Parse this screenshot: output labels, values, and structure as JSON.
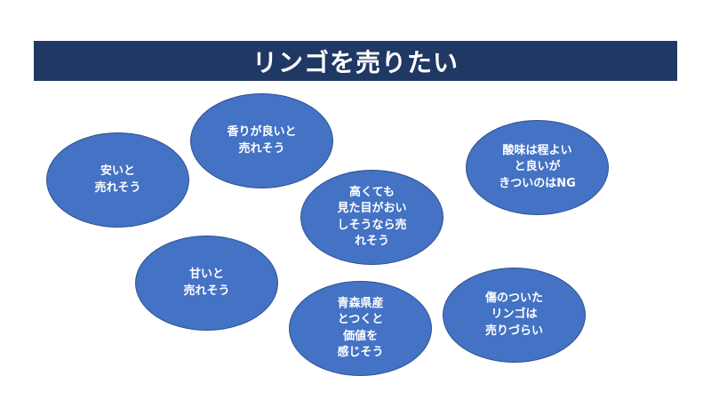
{
  "title": "リンゴを売りたい",
  "bubbles": {
    "fragrance": "香りが良いと\n売れそう",
    "cheap": "安いと\n売れそう",
    "acidity": "酸味は程よい\nと良いが\nきついのはNG",
    "appearance": "高くても\n見た目がおい\nしそうなら売\nれそう",
    "sweet": "甘いと\n売れそう",
    "damaged": "傷のついた\nリンゴは\n売りづらい",
    "aomori": "青森県産\nとつくと\n価値を\n感じそう"
  },
  "colors": {
    "title_bg": "#203864",
    "bubble_fill": "#4472c4",
    "bubble_border": "#2f528f",
    "text": "#ffffff"
  }
}
